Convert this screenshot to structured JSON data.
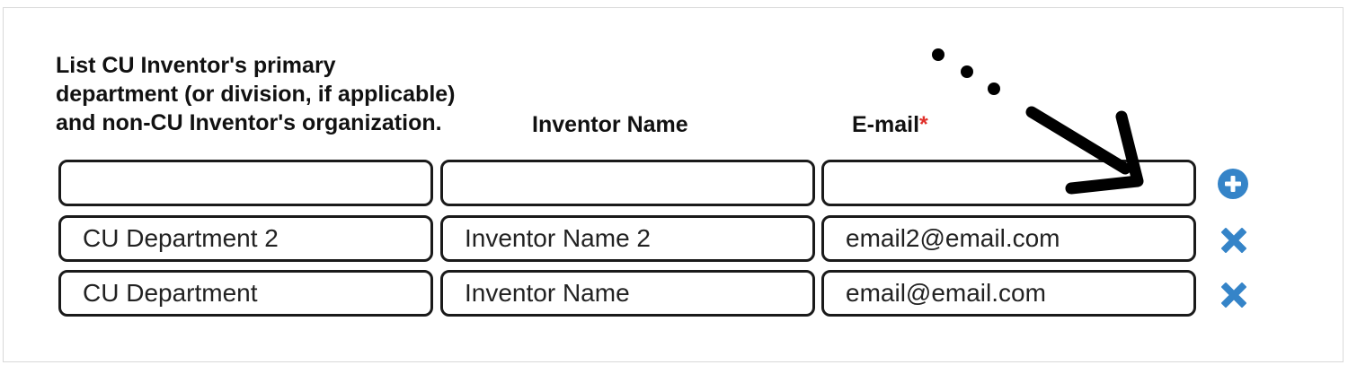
{
  "headers": {
    "department_lines": [
      "List CU Inventor's primary",
      "department (or division, if applicable)",
      "and non-CU Inventor's organization."
    ],
    "inventor_name": "Inventor Name",
    "email": "E-mail",
    "required_marker": "*"
  },
  "rows": [
    {
      "department": "",
      "name": "",
      "email": "",
      "action": "add-icon"
    },
    {
      "department": "CU Department 2",
      "name": "Inventor Name 2",
      "email": "email2@email.com",
      "action": "remove-icon"
    },
    {
      "department": "CU Department",
      "name": "Inventor Name",
      "email": "email@email.com",
      "action": "remove-icon"
    }
  ],
  "colors": {
    "action_icon": "#3584c8",
    "required_marker": "#e0312b",
    "annotation": "#000000"
  },
  "annotation": {
    "icon": "ellipsis-arrow-icon"
  }
}
